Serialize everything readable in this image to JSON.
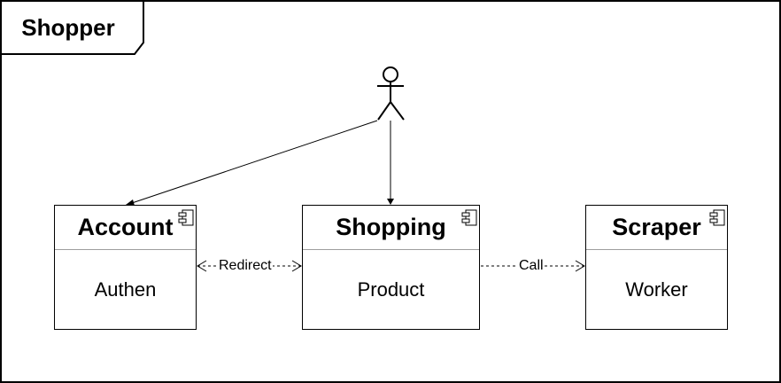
{
  "diagram": {
    "frame_title": "Shopper",
    "components": [
      {
        "id": "account",
        "title": "Account",
        "body": "Authen"
      },
      {
        "id": "shopping",
        "title": "Shopping",
        "body": "Product"
      },
      {
        "id": "scraper",
        "title": "Scraper",
        "body": "Worker"
      }
    ],
    "edges": [
      {
        "from": "account",
        "to": "shopping",
        "label": "Redirect",
        "style": "dashed",
        "bidirectional": true
      },
      {
        "from": "shopping",
        "to": "scraper",
        "label": "Call",
        "style": "dashed",
        "bidirectional": false
      }
    ],
    "actor": {
      "icon": "actor-icon",
      "connects_to": [
        "account",
        "shopping"
      ]
    }
  }
}
